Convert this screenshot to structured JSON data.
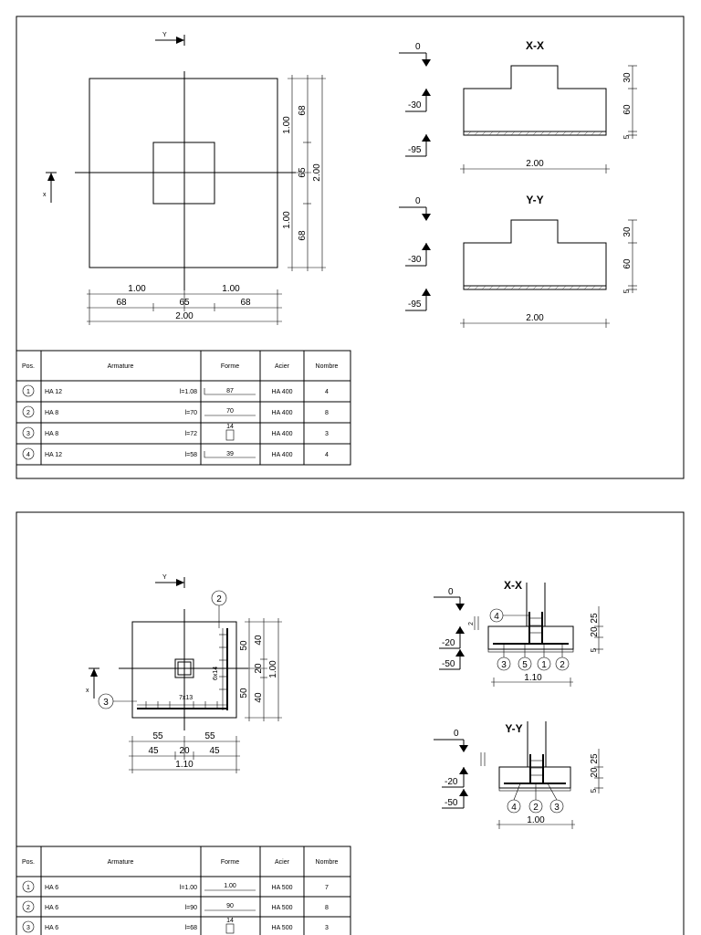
{
  "sheet1": {
    "plan": {
      "axis_y": "Y",
      "axis_x": "x",
      "dim_bottom_half_left": "1.00",
      "dim_bottom_half_right": "1.00",
      "dim_bottom_part_left": "68",
      "dim_bottom_part_mid": "65",
      "dim_bottom_part_right": "68",
      "dim_bottom_total": "2.00",
      "dim_right_half_top": "1.00",
      "dim_right_half_bottom": "1.00",
      "dim_right_part_top": "68",
      "dim_right_part_mid": "65",
      "dim_right_part_bottom": "68",
      "dim_right_total": "2.00"
    },
    "sections": [
      {
        "title": "X-X",
        "levels": [
          "0",
          "-30",
          "-95"
        ],
        "dims_right": [
          "30",
          "60",
          "5"
        ],
        "width": "2.00"
      },
      {
        "title": "Y-Y",
        "levels": [
          "0",
          "-30",
          "-95"
        ],
        "dims_right": [
          "30",
          "60",
          "5"
        ],
        "width": "2.00"
      }
    ],
    "table": {
      "headers": [
        "Pos.",
        "Armature",
        "Forme",
        "Acier",
        "Nombre"
      ],
      "rows": [
        {
          "pos": "1",
          "armature": "HA 12",
          "length": "l=1.08",
          "shape": "87",
          "acier": "HA 400",
          "nombre": "4"
        },
        {
          "pos": "2",
          "armature": "HA 8",
          "length": "l=70",
          "shape": "70",
          "acier": "HA 400",
          "nombre": "8"
        },
        {
          "pos": "3",
          "armature": "HA 8",
          "length": "l=72",
          "shape": "14",
          "acier": "HA 400",
          "nombre": "3"
        },
        {
          "pos": "4",
          "armature": "HA 12",
          "length": "l=58",
          "shape": "39",
          "acier": "HA 400",
          "nombre": "4"
        }
      ]
    }
  },
  "sheet2": {
    "plan": {
      "axis_y": "Y",
      "axis_x": "x",
      "callout_top": "2",
      "callout_left": "3",
      "label_col_bars": "6x14",
      "label_row_bars": "7x13",
      "dim_bottom_half_left": "55",
      "dim_bottom_half_right": "55",
      "dim_bottom_part_left": "45",
      "dim_bottom_part_mid": "20",
      "dim_bottom_part_right": "45",
      "dim_bottom_total": "1.10",
      "dim_right_half_top": "50",
      "dim_right_half_bottom": "50",
      "dim_right_part_top": "40",
      "dim_right_part_mid": "20",
      "dim_right_part_bottom": "40",
      "dim_right_total": "1.00"
    },
    "sections": [
      {
        "title": "X-X",
        "levels": [
          "0",
          "-20",
          "-50"
        ],
        "dims_right": [
          "25",
          "20",
          "5"
        ],
        "callout_side": "4",
        "callouts_bottom": [
          "3",
          "5",
          "1",
          "2"
        ],
        "width": "1.10"
      },
      {
        "title": "Y-Y",
        "levels": [
          "0",
          "-20",
          "-50"
        ],
        "dims_right": [
          "25",
          "20",
          "5"
        ],
        "callouts_bottom": [
          "4",
          "2",
          "3"
        ],
        "width": "1.00"
      }
    ],
    "table": {
      "headers": [
        "Pos.",
        "Armature",
        "Forme",
        "Acier",
        "Nombre"
      ],
      "rows": [
        {
          "pos": "1",
          "armature": "HA 6",
          "length": "l=1.00",
          "shape": "1.00",
          "acier": "HA 500",
          "nombre": "7"
        },
        {
          "pos": "2",
          "armature": "HA 6",
          "length": "l=90",
          "shape": "90",
          "acier": "HA 500",
          "nombre": "8"
        },
        {
          "pos": "3",
          "armature": "HA 6",
          "length": "l=68",
          "shape": "14",
          "acier": "HA 500",
          "nombre": "3"
        }
      ]
    }
  }
}
